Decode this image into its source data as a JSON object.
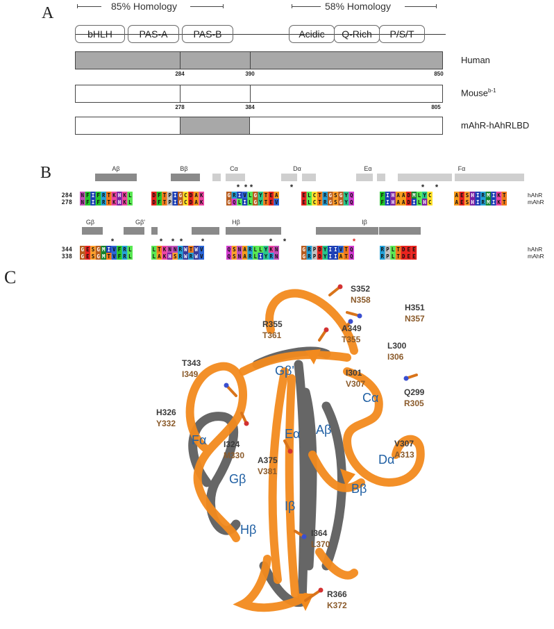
{
  "panels": {
    "a": "A",
    "b": "B",
    "c": "C"
  },
  "panel_a": {
    "homology_left": "85% Homology",
    "homology_right": "58% Homology",
    "domains": [
      {
        "label": "bHLH",
        "color": "#5aafd9"
      },
      {
        "label": "PAS-A",
        "color": "#f28080"
      },
      {
        "label": "PAS-B",
        "color": "#1fe0b8"
      },
      {
        "label": "Acidic",
        "color": "#e8c87c"
      },
      {
        "label": "Q-Rich",
        "color": "#b9c8d8"
      },
      {
        "label": "P/S/T",
        "color": "#a6db78"
      }
    ],
    "human": {
      "label": "Human",
      "p1": "284",
      "p2": "390",
      "end": "850"
    },
    "mouse": {
      "label": "Mouse",
      "label_sup": "b-1",
      "p1": "278",
      "p2": "384",
      "end": "805"
    },
    "chimera": {
      "label": "mAhR-hAhRLBD"
    }
  },
  "panel_b": {
    "block1": {
      "ss": [
        {
          "label": "Aβ",
          "shade": "dark"
        },
        {
          "label": "Bβ",
          "shade": "dark"
        },
        {
          "label": "Cα",
          "shade": "light"
        },
        {
          "label": "Dα",
          "shade": "light"
        },
        {
          "label": "Eα",
          "shade": "light"
        },
        {
          "label": "Fα",
          "shade": "light"
        }
      ],
      "human_start": "284",
      "mouse_start": "278",
      "human_segments": [
        "NFIFRTKHKL",
        "DFTPIGCDAK",
        "GRIVLGYTEA",
        "ELCTRGSGYQ",
        "FIHAADMLYC",
        "AESHIRMIKT"
      ],
      "mouse_segments": [
        "NFIFRTKHKL",
        "DFTPIGCDAK",
        "GQLILGYTEV",
        "ELCTRGSGYQ",
        "FIHAADILHC",
        "AESHIRMIKT"
      ],
      "human_label": "hAhR",
      "mouse_label": "mAhR"
    },
    "block2": {
      "ss": [
        {
          "label": "Gβ",
          "shade": "dark"
        },
        {
          "label": "Gβ'",
          "shade": "dark"
        },
        {
          "label": "Hβ",
          "shade": "dark"
        },
        {
          "label": "Iβ",
          "shade": "dark"
        }
      ],
      "human_start": "344",
      "mouse_start": "338",
      "human_segments": [
        "GESGMIVFRL",
        "LTKNNRWTWV",
        "QSNARLLYKN",
        "GRPDYIIVTQ",
        "RPLTDEE"
      ],
      "mouse_segments": [
        "GESGMTVFRL",
        "LAKHSRWRWV",
        "QSNARLIYRN",
        "GRPDYIIATQ",
        "RPLTDEE"
      ],
      "human_label": "hAhR",
      "mouse_label": "mAhR"
    }
  },
  "panel_c": {
    "labels": [
      {
        "h": "S352",
        "m": "N358"
      },
      {
        "h": "H351",
        "m": "N357"
      },
      {
        "h": "R355",
        "m": "T361"
      },
      {
        "h": "A349",
        "m": "T355"
      },
      {
        "h": "L300",
        "m": "I306"
      },
      {
        "h": "T343",
        "m": "I349"
      },
      {
        "h": "I301",
        "m": "V307"
      },
      {
        "h": "Q299",
        "m": "R305"
      },
      {
        "h": "H326",
        "m": "Y332"
      },
      {
        "h": "I324",
        "m": "M330"
      },
      {
        "h": "V307",
        "m": "A313"
      },
      {
        "h": "A375",
        "m": "V381"
      },
      {
        "h": "I364",
        "m": "L370"
      },
      {
        "h": "R366",
        "m": "K372"
      }
    ],
    "ss_labels": [
      "Gβ'",
      "Cα",
      "Aβ",
      "Eα",
      "Fα",
      "Dα",
      "Gβ",
      "Bβ",
      "Iβ",
      "Hβ"
    ],
    "colors": {
      "human": "#666666",
      "mouse": "#f28a1e",
      "human_text": "#3a3a3a",
      "mouse_text": "#8a5a2a",
      "ss_text": "#1f5fa3"
    }
  }
}
